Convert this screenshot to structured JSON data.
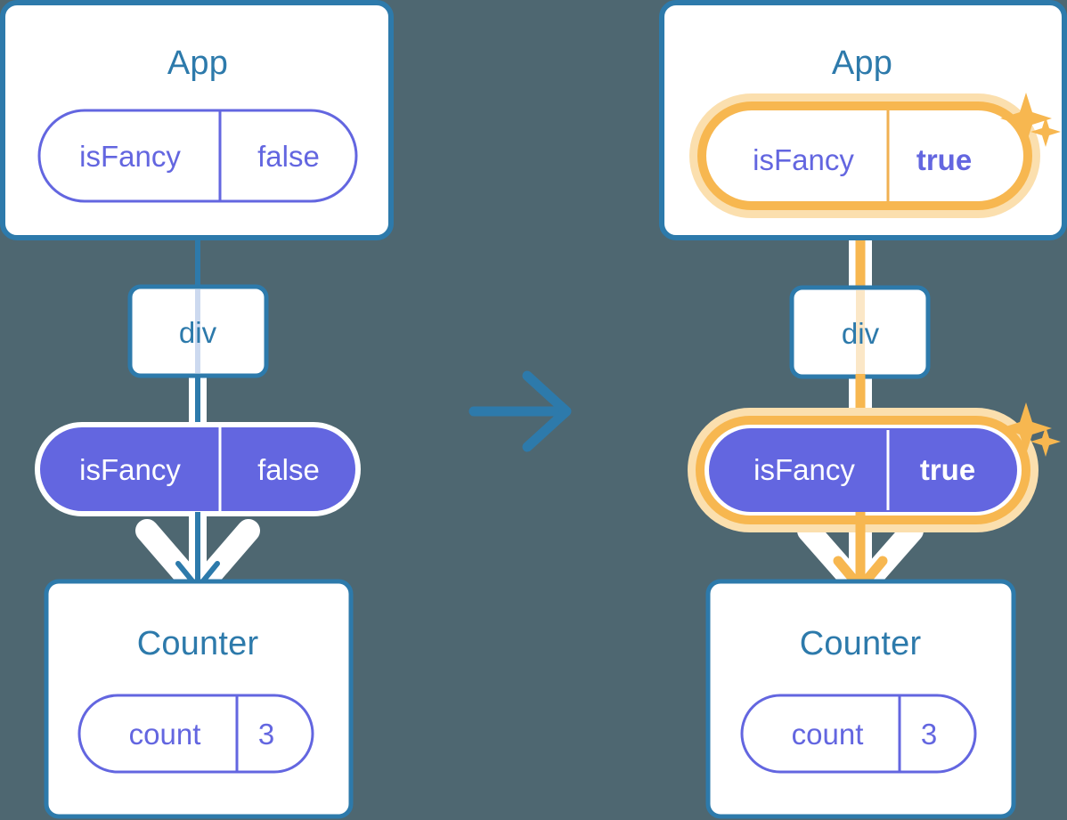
{
  "diagram": {
    "title": "State update propagation diagram",
    "background_color": "#4e6771",
    "transition_arrow": "arrow-right",
    "colors": {
      "component_border": "#2d7aab",
      "component_title": "#2d7aab",
      "pill_outline": "#6366e0",
      "pill_fill": "#6366e0",
      "pill_text": "#6366e0",
      "pill_text_on_fill": "#ffffff",
      "highlight": "#f7b750",
      "highlight_glow": "#fbdfae",
      "card_fill": "#ffffff",
      "connector": "#2d7aab",
      "connector_highlight": "#f7b750"
    }
  },
  "before": {
    "app": {
      "title": "App",
      "state": {
        "name": "isFancy",
        "value": "false",
        "highlighted": false
      }
    },
    "div": {
      "label": "div"
    },
    "prop": {
      "name": "isFancy",
      "value": "false",
      "highlighted": false,
      "filled": true
    },
    "counter": {
      "title": "Counter",
      "state": {
        "name": "count",
        "value": "3",
        "highlighted": false
      }
    }
  },
  "after": {
    "app": {
      "title": "App",
      "state": {
        "name": "isFancy",
        "value": "true",
        "highlighted": true
      }
    },
    "div": {
      "label": "div"
    },
    "prop": {
      "name": "isFancy",
      "value": "true",
      "highlighted": true,
      "filled": true
    },
    "counter": {
      "title": "Counter",
      "state": {
        "name": "count",
        "value": "3",
        "highlighted": false
      }
    },
    "sparkles": [
      "sparkle-large",
      "sparkle-small"
    ]
  }
}
